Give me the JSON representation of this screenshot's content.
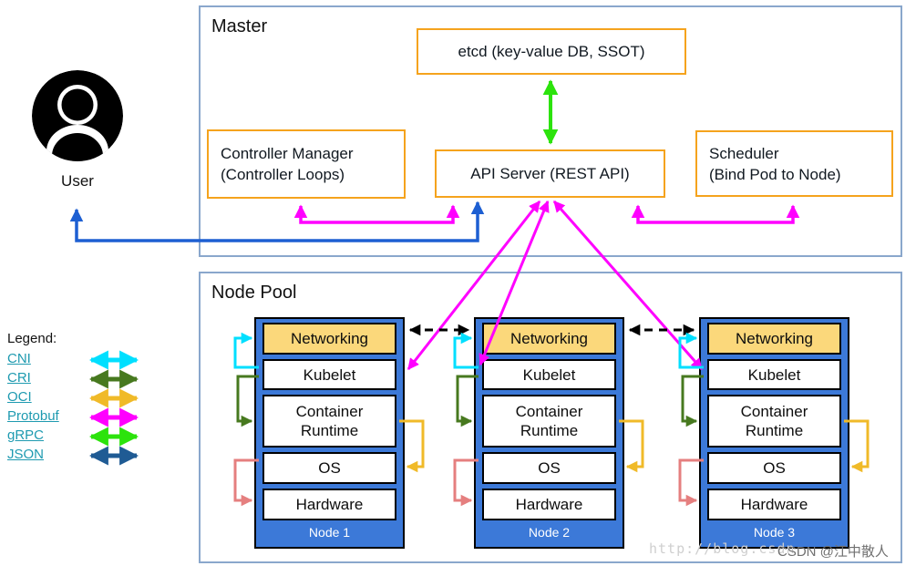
{
  "colors": {
    "cni": "#00dfff",
    "cri": "#47791f",
    "oci": "#f0ba28",
    "protobuf": "#ff00ff",
    "grpc": "#2ce30c",
    "json": "#1f5b94",
    "user_arrow": "#1d5fd2",
    "salmon": "#e57f7f",
    "dashed": "#000000",
    "node_fill": "#3c79d8",
    "networking_fill": "#fbd87b",
    "panel_border": "#8aa7cc",
    "box_border": "#f5a31d",
    "link": "#1e9ab0"
  },
  "master": {
    "title": "Master",
    "etcd": "etcd (key-value DB, SSOT)",
    "controller_manager_line1": "Controller Manager",
    "controller_manager_line2": "(Controller Loops)",
    "api_server": "API Server (REST API)",
    "scheduler_line1": "Scheduler",
    "scheduler_line2": "(Bind Pod to Node)"
  },
  "user": {
    "label": "User"
  },
  "node_pool": {
    "title": "Node Pool",
    "layers": [
      "Networking",
      "Kubelet",
      "Container Runtime",
      "OS",
      "Hardware"
    ],
    "nodes": [
      "Node 1",
      "Node 2",
      "Node 3"
    ]
  },
  "legend": {
    "title": "Legend:",
    "items": [
      {
        "label": "CNI"
      },
      {
        "label": "CRI"
      },
      {
        "label": "OCI"
      },
      {
        "label": "Protobuf"
      },
      {
        "label": "gRPC"
      },
      {
        "label": "JSON"
      }
    ]
  },
  "watermark": {
    "url_text": "http://blog.csdn",
    "credit": "CSDN @江中散人"
  }
}
